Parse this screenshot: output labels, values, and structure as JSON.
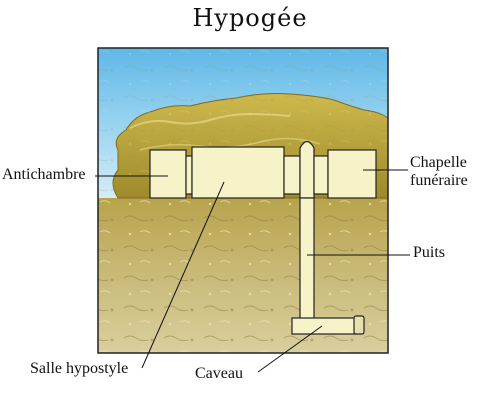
{
  "title": "Hypogée",
  "labels": {
    "antichambre": "Antichambre",
    "chapelle_line1": "Chapelle",
    "chapelle_line2": "funéraire",
    "puits": "Puits",
    "salle_hypostyle": "Salle hypostyle",
    "caveau": "Caveau"
  },
  "colors": {
    "sky_top": "#5fb8e8",
    "sky_bottom": "#cfeaf6",
    "cliff": "#b9a33a",
    "ground": "#c4b36a",
    "ground_dark": "#a8974f",
    "chamber_fill": "#f7f3c8",
    "outline": "#222222"
  }
}
